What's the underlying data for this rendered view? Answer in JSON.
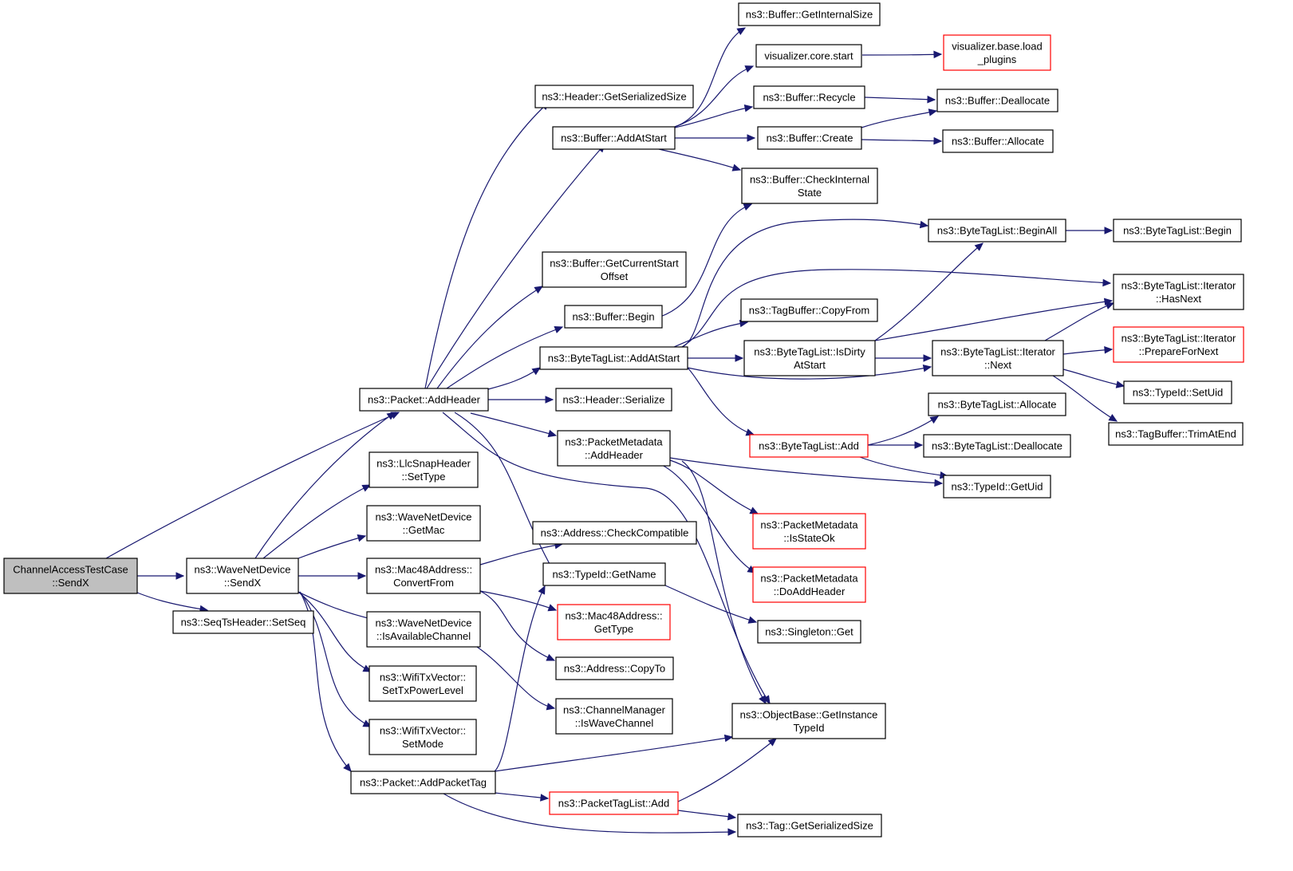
{
  "colors": {
    "edge": "#191970",
    "node_border": "#000000",
    "node_border_incomplete": "#ff0000",
    "root_fill": "#bfbfbf"
  },
  "nodes": {
    "root": [
      "ChannelAccessTestCase",
      "::SendX"
    ],
    "wnd_sendx": [
      "ns3::WaveNetDevice",
      "::SendX"
    ],
    "seq_setseq": [
      "ns3::SeqTsHeader::SetSeq"
    ],
    "pkt_addheader": [
      "ns3::Packet::AddHeader"
    ],
    "pkt_addpackettag": [
      "ns3::Packet::AddPacketTag"
    ],
    "llc_settype": [
      "ns3::LlcSnapHeader",
      "::SetType"
    ],
    "wnd_getmac": [
      "ns3::WaveNetDevice",
      "::GetMac"
    ],
    "mac48_convertfrom": [
      "ns3::Mac48Address::",
      "ConvertFrom"
    ],
    "wnd_isavailable": [
      "ns3::WaveNetDevice",
      "::IsAvailableChannel"
    ],
    "wifi_settxpower": [
      "ns3::WifiTxVector::",
      "SetTxPowerLevel"
    ],
    "wifi_setmode": [
      "ns3::WifiTxVector::",
      "SetMode"
    ],
    "hdr_getserializedsize": [
      "ns3::Header::GetSerializedSize"
    ],
    "buf_addatstart": [
      "ns3::Buffer::AddAtStart"
    ],
    "buf_getcurrentstartoffset": [
      "ns3::Buffer::GetCurrentStart",
      "Offset"
    ],
    "buf_begin": [
      "ns3::Buffer::Begin"
    ],
    "btl_addatstart": [
      "ns3::ByteTagList::AddAtStart"
    ],
    "hdr_serialize": [
      "ns3::Header::Serialize"
    ],
    "pm_addheader": [
      "ns3::PacketMetadata",
      "::AddHeader"
    ],
    "addr_checkcompatible": [
      "ns3::Address::CheckCompatible"
    ],
    "typeid_getname": [
      "ns3::TypeId::GetName"
    ],
    "mac48_gettype": [
      "ns3::Mac48Address::",
      "GetType"
    ],
    "addr_copyto": [
      "ns3::Address::CopyTo"
    ],
    "chm_iswavechannel": [
      "ns3::ChannelManager",
      "::IsWaveChannel"
    ],
    "ptl_add": [
      "ns3::PacketTagList::Add"
    ],
    "buf_getinternalsize": [
      "ns3::Buffer::GetInternalSize"
    ],
    "vis_core_start": [
      "visualizer.core.start"
    ],
    "buf_recycle": [
      "ns3::Buffer::Recycle"
    ],
    "buf_create": [
      "ns3::Buffer::Create"
    ],
    "buf_checkinternalstate": [
      "ns3::Buffer::CheckInternal",
      "State"
    ],
    "tagbuf_copyfrom": [
      "ns3::TagBuffer::CopyFrom"
    ],
    "btl_isdirtyatstart": [
      "ns3::ByteTagList::IsDirty",
      "AtStart"
    ],
    "btl_add": [
      "ns3::ByteTagList::Add"
    ],
    "pm_isstateok": [
      "ns3::PacketMetadata",
      "::IsStateOk"
    ],
    "pm_doaddheader": [
      "ns3::PacketMetadata",
      "::DoAddHeader"
    ],
    "singleton_get": [
      "ns3::Singleton::Get"
    ],
    "ob_getinstancetypeid": [
      "ns3::ObjectBase::GetInstance",
      "TypeId"
    ],
    "tag_getserializedsize": [
      "ns3::Tag::GetSerializedSize"
    ],
    "vis_base_loadplugins": [
      "visualizer.base.load",
      "_plugins"
    ],
    "buf_deallocate": [
      "ns3::Buffer::Deallocate"
    ],
    "buf_allocate": [
      "ns3::Buffer::Allocate"
    ],
    "btl_beginall": [
      "ns3::ByteTagList::BeginAll"
    ],
    "btl_it_next": [
      "ns3::ByteTagList::Iterator",
      "::Next"
    ],
    "btl_allocate": [
      "ns3::ByteTagList::Allocate"
    ],
    "btl_deallocate": [
      "ns3::ByteTagList::Deallocate"
    ],
    "typeid_getuid": [
      "ns3::TypeId::GetUid"
    ],
    "btl_begin": [
      "ns3::ByteTagList::Begin"
    ],
    "btl_it_hasnext": [
      "ns3::ByteTagList::Iterator",
      "::HasNext"
    ],
    "btl_it_preparefornext": [
      "ns3::ByteTagList::Iterator",
      "::PrepareForNext"
    ],
    "typeid_setuid": [
      "ns3::TypeId::SetUid"
    ],
    "tagbuf_trimatend": [
      "ns3::TagBuffer::TrimAtEnd"
    ]
  }
}
